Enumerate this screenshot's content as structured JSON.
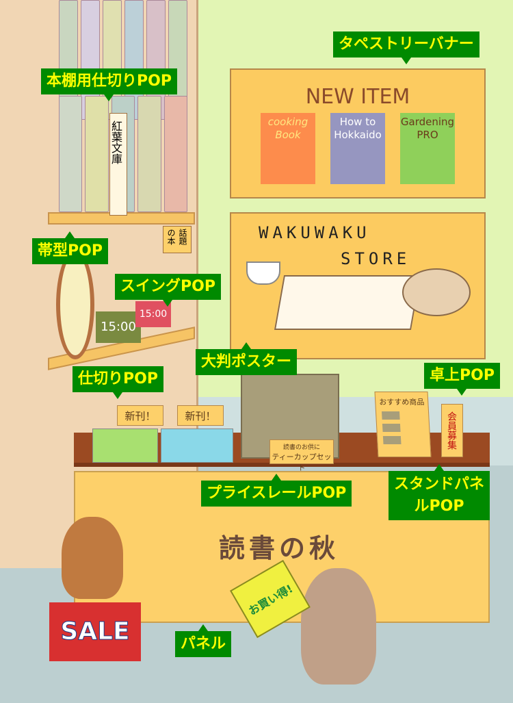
{
  "labels": {
    "tapestry": "タペストリーバナー",
    "shelf_divider": "本棚用仕切りPOP",
    "band": "帯型POP",
    "swing": "スイングPOP",
    "large_poster": "大判ポスター",
    "divider": "仕切りPOP",
    "tabletop": "卓上POP",
    "price_rail": "プライスレールPOP",
    "stand_panel": "スタンドパネルPOP",
    "panel": "パネル"
  },
  "tapestry": {
    "title": "NEW ITEM",
    "books": [
      {
        "title": "cooking Book",
        "color": "#fd8c4c"
      },
      {
        "title": "How to Hokkaido",
        "color": "#9696c0"
      },
      {
        "title": "Gardening PRO",
        "color": "#8fd05a"
      }
    ]
  },
  "poster": {
    "line1": "WAKUWAKU",
    "line2": "STORE"
  },
  "shelf": {
    "divider_text": "紅葉文庫",
    "swing_text": "話題の本",
    "clock1": "15:00",
    "clock2": "15:00"
  },
  "divider_cards": [
    "新刊！",
    "新刊！"
  ],
  "price_rail": {
    "line1": "読書のお供に",
    "line2": "ティーカップセット"
  },
  "stand_panel": {
    "title": "おすすめ商品"
  },
  "tabletop_text": "会員募集",
  "counter_text": "読書の秋",
  "sale_sign": "SALE",
  "bargain_sign": "お買い得!",
  "colors": {
    "label_bg": "#008a00",
    "label_text": "#ffff00"
  }
}
